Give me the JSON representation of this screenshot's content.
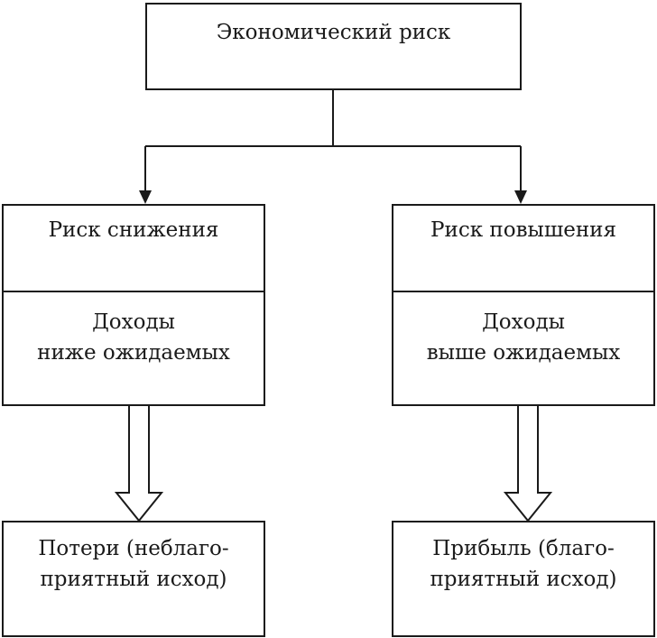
{
  "diagram": {
    "root": {
      "label": "Экономический риск"
    },
    "branches": [
      {
        "title": "Риск снижения",
        "description": [
          "Доходы",
          "ниже ожидаемых"
        ],
        "outcome": [
          "Потери (неблаго-",
          "приятный исход)"
        ]
      },
      {
        "title": "Риск повышения",
        "description": [
          "Доходы",
          "выше ожидаемых"
        ],
        "outcome": [
          "Прибыль (благо-",
          "приятный исход)"
        ]
      }
    ],
    "colors": {
      "line": "#1a1a1a",
      "background": "#ffffff"
    }
  }
}
